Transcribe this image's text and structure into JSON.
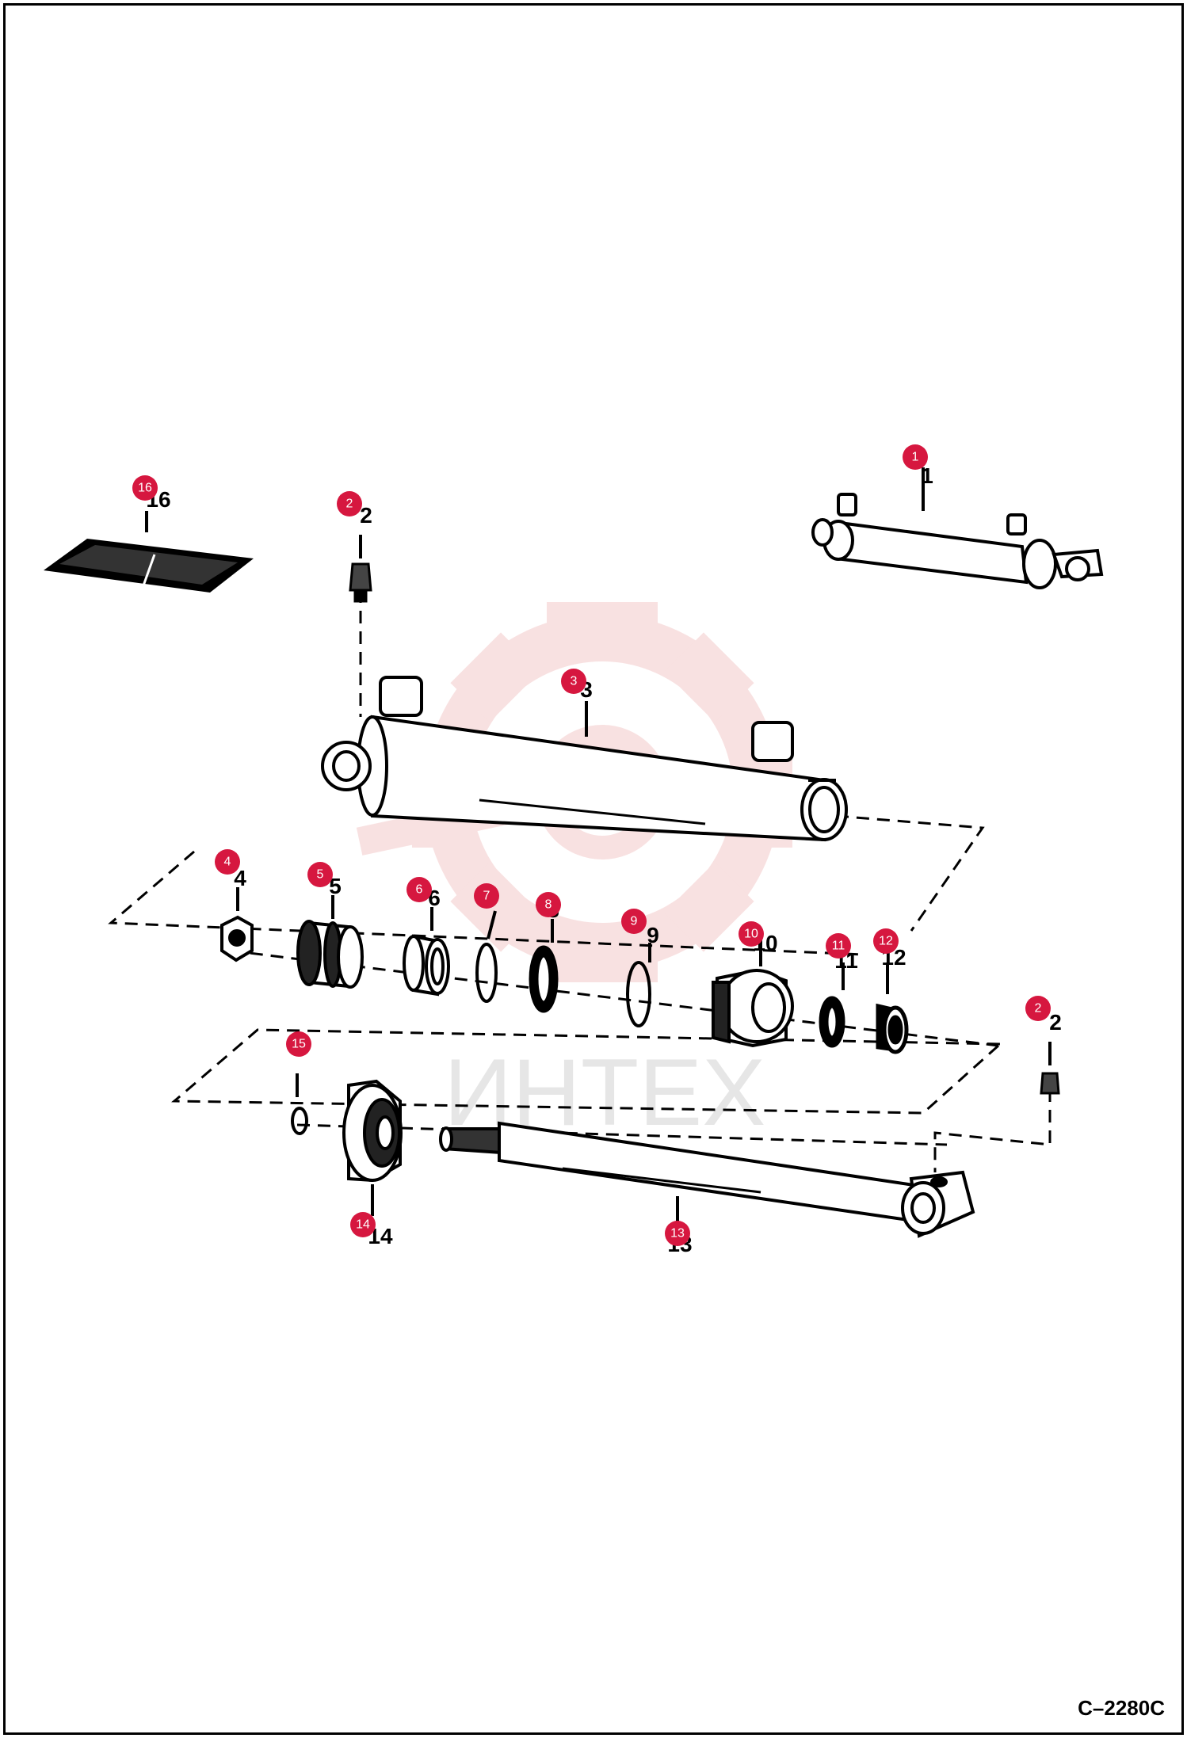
{
  "diagram": {
    "doc_code": "C–2280C",
    "watermark": "ИНТЕХ",
    "callout_color": "#d6173f",
    "watermark_color": "#f4c9c9",
    "callouts": [
      {
        "id": "c1",
        "label": "1"
      },
      {
        "id": "c2a",
        "label": "2"
      },
      {
        "id": "c2b",
        "label": "2"
      },
      {
        "id": "c3",
        "label": "3"
      },
      {
        "id": "c4",
        "label": "4"
      },
      {
        "id": "c5",
        "label": "5"
      },
      {
        "id": "c6",
        "label": "6"
      },
      {
        "id": "c7",
        "label": "7"
      },
      {
        "id": "c8",
        "label": "8"
      },
      {
        "id": "c9",
        "label": "9"
      },
      {
        "id": "c10",
        "label": "10"
      },
      {
        "id": "c11",
        "label": "11"
      },
      {
        "id": "c12",
        "label": "12"
      },
      {
        "id": "c13",
        "label": "13"
      },
      {
        "id": "c14",
        "label": "14"
      },
      {
        "id": "c15",
        "label": "15"
      },
      {
        "id": "c16",
        "label": "16"
      }
    ]
  }
}
